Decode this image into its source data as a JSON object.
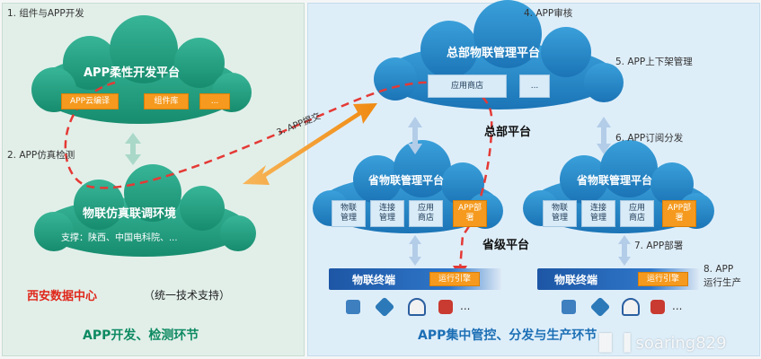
{
  "left": {
    "step1": "1. 组件与APP开发",
    "step2": "2. APP仿真检测",
    "top_cloud_title": "APP柔性开发平台",
    "top_items": [
      "APP云编译",
      "组件库",
      "..."
    ],
    "bottom_cloud_title": "物联仿真联调环境",
    "bottom_cloud_support": "支撑：陕西、中国电科院、...",
    "data_center": "西安数据中心",
    "data_center_note": "（统一技术支持）",
    "footer": "APP开发、检测环节"
  },
  "middle": {
    "submit_label": "3. APP提交"
  },
  "right": {
    "hq_cloud_title": "总部物联管理平台",
    "hq_items": [
      "应用商店",
      "..."
    ],
    "hq_label": "总部平台",
    "step4": "4. APP审核",
    "step5": "5. APP上下架管理",
    "step6": "6. APP订阅分发",
    "province_cloud_title": "省物联管理平台",
    "province_items": [
      "物联管理",
      "连接管理",
      "应用商店",
      "APP部署"
    ],
    "province_label": "省级平台",
    "terminal_label": "物联终端",
    "engine_label": "运行引擎",
    "device_ellipsis": "...",
    "step7": "7. APP部署",
    "step8_line1": "8. APP",
    "step8_line2": "运行生产",
    "footer": "APP集中管控、分发与生产环节"
  },
  "watermark": "soaring829",
  "colors": {
    "accent_orange": "#f59a1e",
    "dashed_red": "#e53935",
    "cloud_blue": "#2e8fce",
    "cloud_green": "#22a085",
    "terminal_blue": "#1d56a5"
  }
}
